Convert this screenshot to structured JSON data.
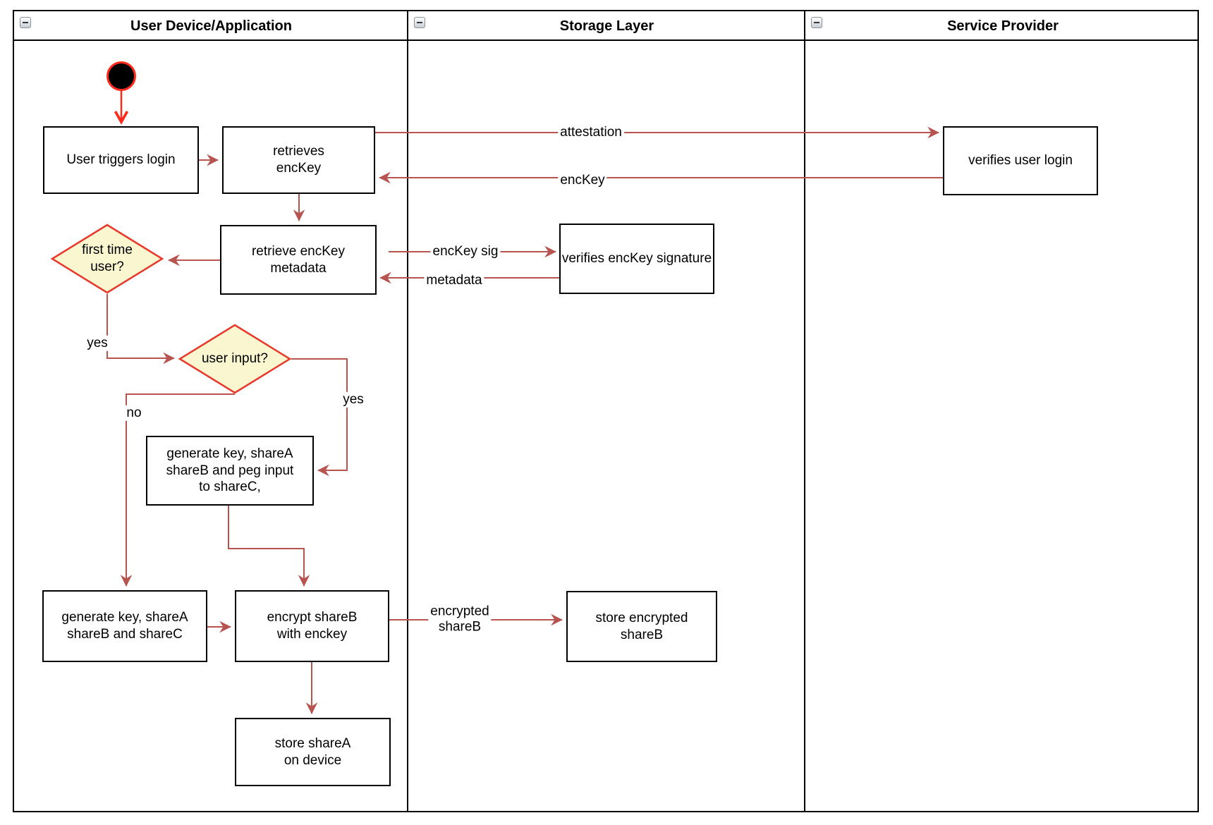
{
  "diagram": {
    "lanes": [
      {
        "title": "User Device/Application"
      },
      {
        "title": "Storage Layer"
      },
      {
        "title": "Service Provider"
      }
    ],
    "icons": {
      "collapse": "minus-square-icon"
    },
    "nodes": {
      "user_triggers_login": {
        "label": "User triggers login"
      },
      "retrieves_enckey": {
        "label": "retrieves\nencKey"
      },
      "verifies_user_login": {
        "label": "verifies user login"
      },
      "retrieve_enckey_metadata": {
        "label": "retrieve encKey\nmetadata"
      },
      "verifies_enckey_signature": {
        "label": "verifies encKey signature"
      },
      "first_time_user": {
        "label": "first time\nuser?"
      },
      "user_input": {
        "label": "user input?"
      },
      "generate_key_peg_input": {
        "label": "generate key, shareA\nshareB and peg input\nto shareC,"
      },
      "generate_key_sharec": {
        "label": "generate key, shareA\nshareB and shareC"
      },
      "encrypt_shareb": {
        "label": "encrypt shareB\nwith enckey"
      },
      "store_encrypted_shareb": {
        "label": "store encrypted\nshareB"
      },
      "store_sharea": {
        "label": "store shareA\non device"
      }
    },
    "edge_labels": {
      "attestation": "attestation",
      "enckey": "encKey",
      "enckey_sig": "encKey sig",
      "metadata": "metadata",
      "yes_first_time": "yes",
      "yes_user_input": "yes",
      "no_user_input": "no",
      "encrypted_shareb": "encrypted\nshareB"
    },
    "colors": {
      "connector": "#B85450",
      "start_arrow": "#FF2A1C",
      "decision_fill": "#FAF7D0",
      "decision_border": "#E8392C",
      "node_border": "#000000",
      "node_fill": "#FFFFFF"
    }
  }
}
